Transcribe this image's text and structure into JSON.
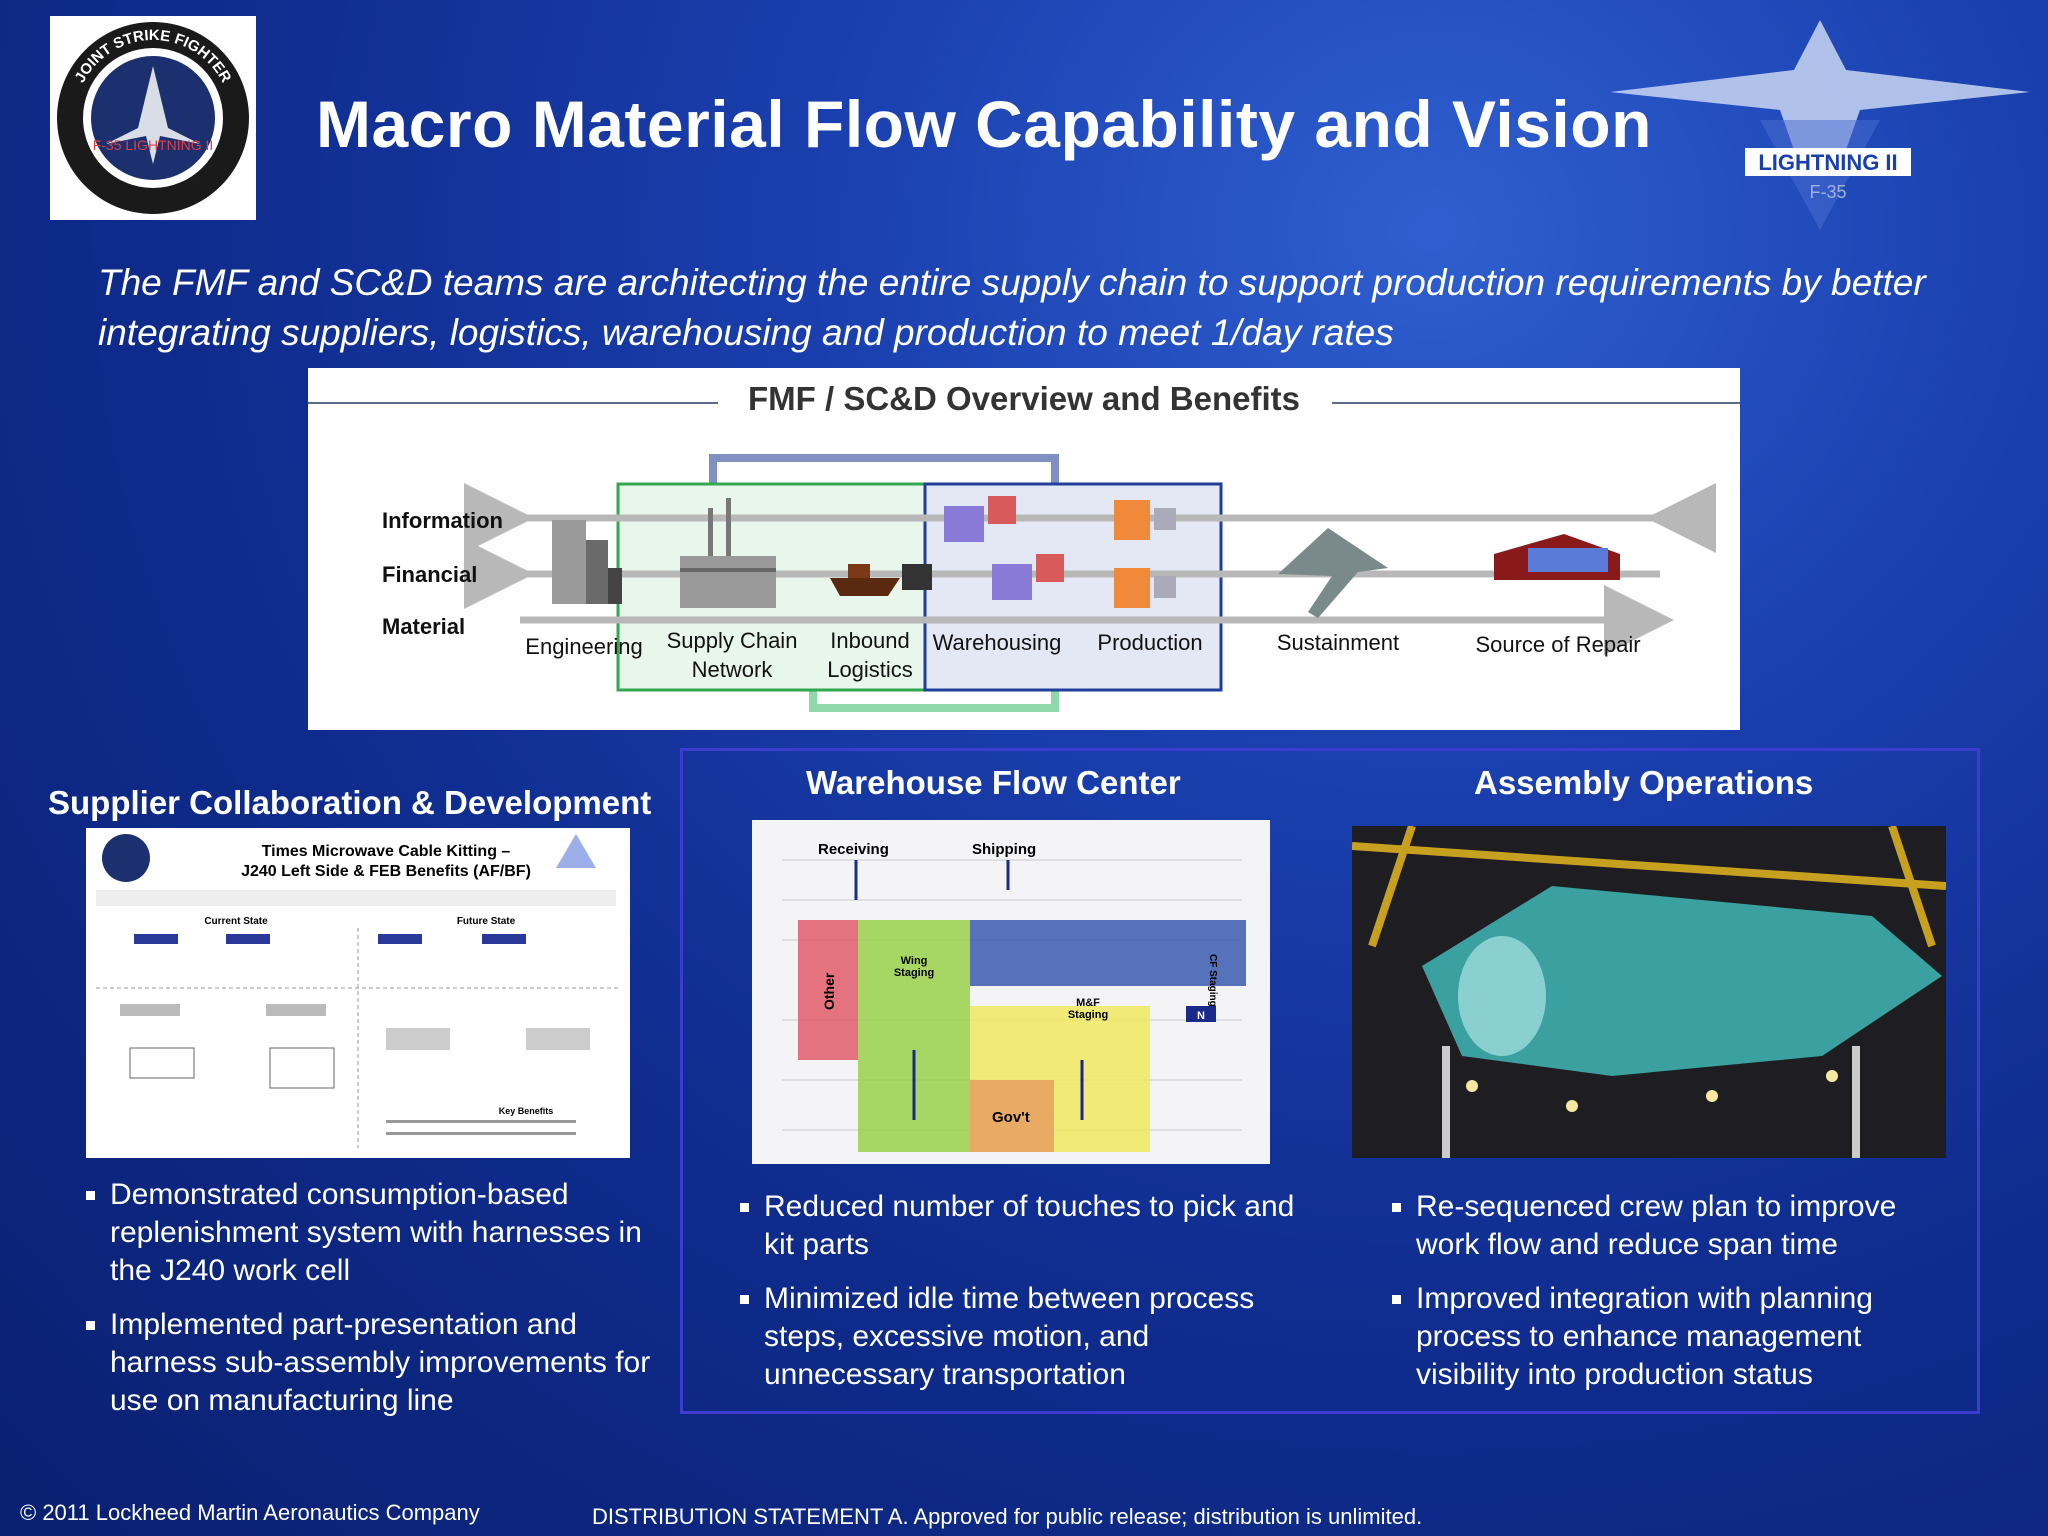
{
  "header": {
    "title": "Macro Material Flow Capability and Vision",
    "logo_text": "JOINT STRIKE FIGHTER",
    "logo_sub": "F-35 LIGHTNING II",
    "brand_badge": "LIGHTNING II",
    "brand_sub": "F-35"
  },
  "subtitle": "The FMF and SC&D teams are architecting the entire supply chain to support production requirements by better integrating suppliers, logistics, warehousing and production to meet 1/day rates",
  "overview": {
    "title": "FMF / SC&D Overview and Benefits",
    "flows": [
      "Information",
      "Financial",
      "Material"
    ],
    "stages": {
      "engineering": "Engineering",
      "supply_chain_1": "Supply Chain",
      "supply_chain_2": "Network",
      "inbound_1": "Inbound",
      "inbound_2": "Logistics",
      "warehousing": "Warehousing",
      "production": "Production",
      "sustainment": "Sustainment",
      "repair": "Source of Repair"
    }
  },
  "supplier": {
    "title": "Supplier Collaboration & Development",
    "doc_title_1": "Times Microwave Cable Kitting –",
    "doc_title_2": "J240 Left Side & FEB Benefits (AF/BF)",
    "doc_current": "Current State",
    "doc_future": "Future State",
    "doc_key": "Key Benefits",
    "bullets": [
      "Demonstrated consumption-based replenishment system with harnesses in the J240 work cell",
      "Implemented part-presentation and harness sub-assembly improvements for use on manufacturing line"
    ]
  },
  "warehouse": {
    "title": "Warehouse Flow Center",
    "map": {
      "receiving": "Receiving",
      "shipping": "Shipping",
      "other": "Other",
      "wing_1": "Wing",
      "wing_2": "Staging",
      "mf_1": "M&F",
      "mf_2": "Staging",
      "govt": "Gov't",
      "north": "N",
      "cf": "CF Staging"
    },
    "bullets": [
      "Reduced number of touches to pick and kit parts",
      "Minimized idle time between process steps, excessive motion, and unnecessary transportation"
    ]
  },
  "assembly": {
    "title": "Assembly Operations",
    "bullets": [
      "Re-sequenced crew plan to improve work flow and reduce span time",
      "Improved integration with planning process to enhance management visibility into production status"
    ]
  },
  "footer": {
    "copyright": "© 2011 Lockheed Martin Aeronautics Company",
    "distribution": "DISTRIBUTION STATEMENT A. Approved for public release; distribution is unlimited."
  },
  "colors": {
    "background": "#1a3fae",
    "supply_box": "#2fa84f",
    "warehouse_box": "#1f3f9a",
    "warehouse_fill": "#e4e8f5",
    "frame": "#3c3cd0"
  }
}
